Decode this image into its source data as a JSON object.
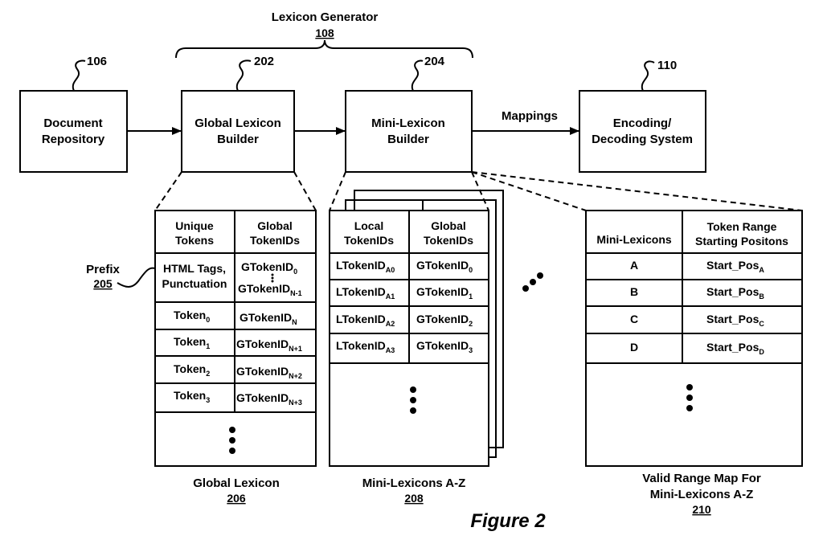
{
  "generator": {
    "title": "Lexicon Generator",
    "ref": "108"
  },
  "boxes": {
    "repository": {
      "ref": "106",
      "line1": "Document",
      "line2": "Repository"
    },
    "global_builder": {
      "ref": "202",
      "line1": "Global Lexicon",
      "line2": "Builder"
    },
    "mini_builder": {
      "ref": "204",
      "line1": "Mini-Lexicon",
      "line2": "Builder"
    },
    "encoding": {
      "ref": "110",
      "line1": "Encoding/",
      "line2": "Decoding System"
    }
  },
  "mappings_label": "Mappings",
  "prefix": {
    "label": "Prefix",
    "ref": "205"
  },
  "global_lexicon": {
    "headers": [
      [
        "Unique",
        "Tokens"
      ],
      [
        "Global",
        "TokenIDs"
      ]
    ],
    "prefix_row": {
      "left": [
        "HTML Tags,",
        "Punctuation"
      ],
      "right_top": "GTokenID",
      "right_top_sub": "0",
      "right_bottom": "GTokenID",
      "right_bottom_sub": "N-1"
    },
    "rows": [
      {
        "token": "Token",
        "token_sub": "0",
        "id": "GTokenID",
        "id_sub": "N"
      },
      {
        "token": "Token",
        "token_sub": "1",
        "id": "GTokenID",
        "id_sub": "N+1"
      },
      {
        "token": "Token",
        "token_sub": "2",
        "id": "GTokenID",
        "id_sub": "N+2"
      },
      {
        "token": "Token",
        "token_sub": "3",
        "id": "GTokenID",
        "id_sub": "N+3"
      }
    ],
    "caption": "Global Lexicon",
    "ref": "206"
  },
  "mini_lexicons": {
    "headers": [
      [
        "Local",
        "TokenIDs"
      ],
      [
        "Global",
        "TokenIDs"
      ]
    ],
    "rows": [
      {
        "local": "LTokenID",
        "local_sub": "A0",
        "global": "GTokenID",
        "global_sub": "0"
      },
      {
        "local": "LTokenID",
        "local_sub": "A1",
        "global": "GTokenID",
        "global_sub": "1"
      },
      {
        "local": "LTokenID",
        "local_sub": "A2",
        "global": "GTokenID",
        "global_sub": "2"
      },
      {
        "local": "LTokenID",
        "local_sub": "A3",
        "global": "GTokenID",
        "global_sub": "3"
      }
    ],
    "caption": "Mini-Lexicons A-Z",
    "ref": "208"
  },
  "range_map": {
    "headers": [
      [
        "Mini-Lexicons"
      ],
      [
        "Token Range",
        "Starting Positons"
      ]
    ],
    "rows": [
      {
        "lex": "A",
        "pos": "Start_Pos",
        "pos_sub": "A"
      },
      {
        "lex": "B",
        "pos": "Start_Pos",
        "pos_sub": "B"
      },
      {
        "lex": "C",
        "pos": "Start_Pos",
        "pos_sub": "C"
      },
      {
        "lex": "D",
        "pos": "Start_Pos",
        "pos_sub": "D"
      }
    ],
    "caption_line1": "Valid Range Map For",
    "caption_line2": "Mini-Lexicons A-Z",
    "ref": "210"
  },
  "figure_label": "Figure 2"
}
